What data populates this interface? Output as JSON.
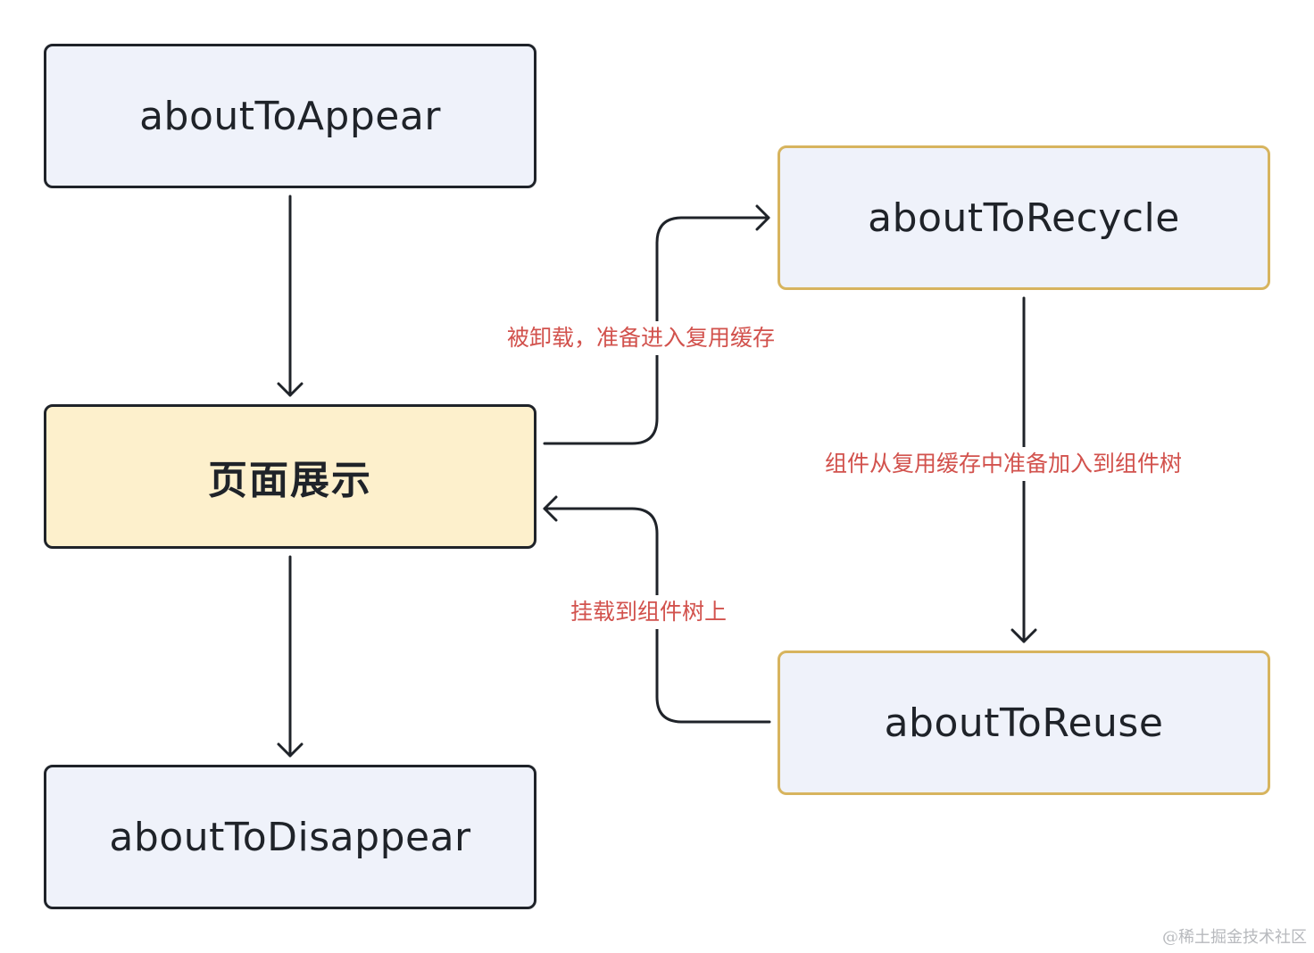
{
  "nodes": {
    "about_to_appear": "aboutToAppear",
    "page_display": "页面展示",
    "about_to_disappear": "aboutToDisappear",
    "about_to_recycle": "aboutToRecycle",
    "about_to_reuse": "aboutToReuse"
  },
  "edges": {
    "to_recycle_label": "被卸载，准备进入复用缓存",
    "to_reuse_label": "组件从复用缓存中准备加入到组件树",
    "mount_label": "挂载到组件树上"
  },
  "watermark": "@稀土掘金技术社区",
  "colors": {
    "node_fill_blue": "#eff2fa",
    "node_fill_yellow": "#fdf0cc",
    "node_border_dark": "#1f2329",
    "node_border_gold": "#d7b45e",
    "edge_label_red": "#d2524d",
    "line": "#1f2329"
  }
}
